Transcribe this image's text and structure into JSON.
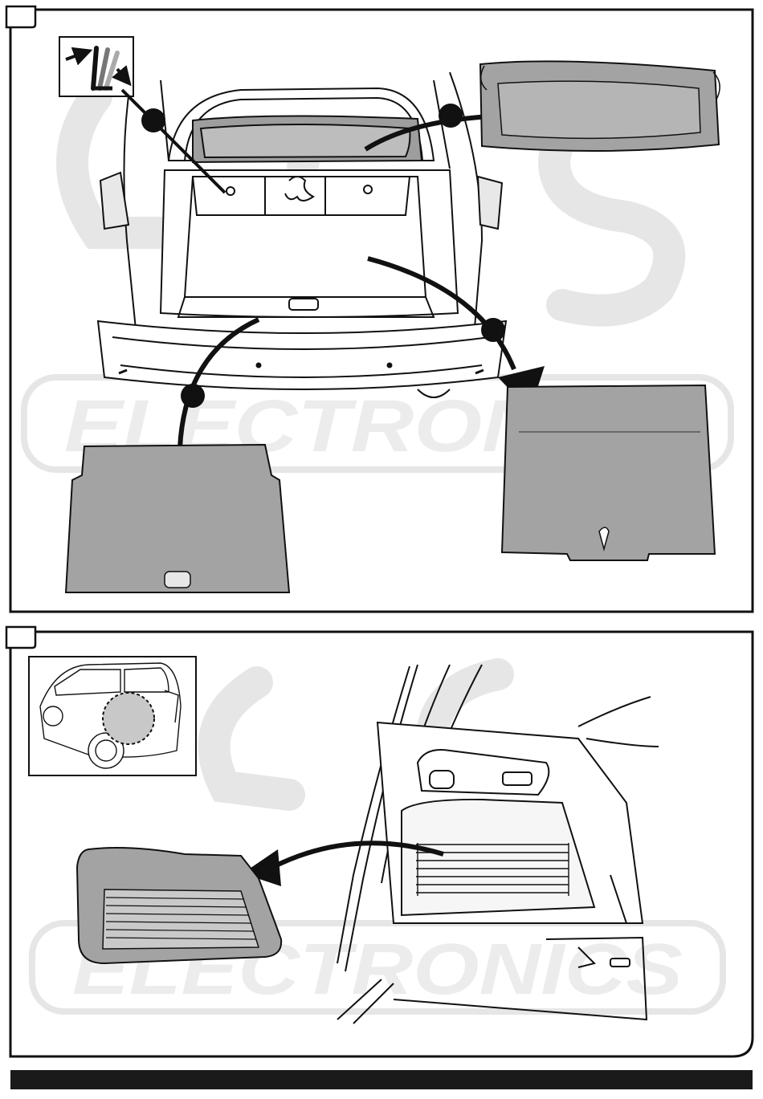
{
  "watermark": {
    "brand": "ECS",
    "word": "ELECTRONICS"
  },
  "colors": {
    "part_fill": "#a3a3a3",
    "ink": "#111111",
    "watermark": "#e4e4e4",
    "panel_bg": "#f1f1f1",
    "bar": "#1a1a1a"
  },
  "panel_top": {
    "step_number": "",
    "inset_icon": "seat-fold-icon",
    "callouts": [
      {
        "marker": "",
        "part": "parcel-shelf"
      },
      {
        "marker": "",
        "part": "upper-floor-board"
      },
      {
        "marker": "",
        "part": "lower-floor-board"
      },
      {
        "marker": "",
        "part": "rear-seat-fold"
      }
    ]
  },
  "panel_bottom": {
    "step_number": "",
    "inset_icon": "car-rear-quarter-icon",
    "callouts": [
      {
        "marker": "",
        "part": "left-trunk-side-trim-grille"
      }
    ]
  }
}
